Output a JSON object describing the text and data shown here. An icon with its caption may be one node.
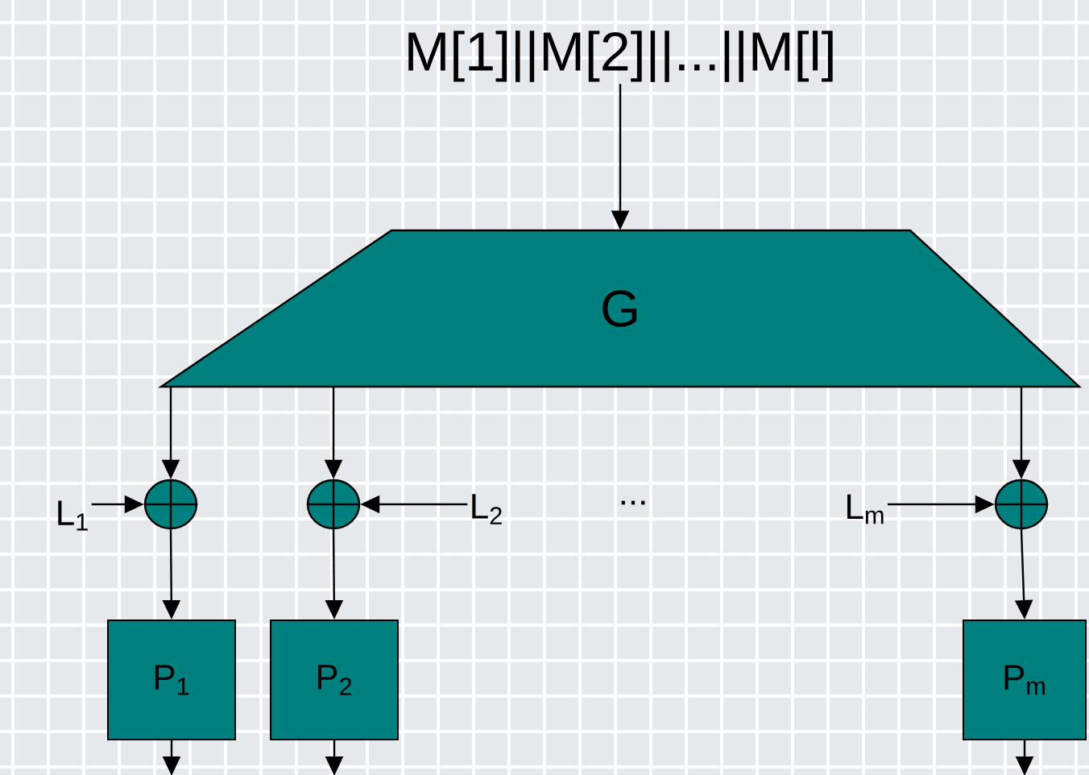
{
  "diagram": {
    "nodes": [
      {
        "text": [
          "M[1]||M[2]||...||M[l]"
        ]
      },
      {
        "text": [
          "G"
        ]
      },
      {
        "text": [],
        "shape": "circle"
      },
      {
        "text": [],
        "shape": "circle"
      },
      {
        "text": [],
        "shape": "circle"
      },
      {
        "text": [
          "L$_{1}$"
        ]
      },
      {
        "text": [
          "L$_{2}$"
        ]
      },
      {
        "text": [
          "L$_{m}$"
        ]
      },
      {
        "text": [
          "P$_{1}$"
        ]
      },
      {
        "text": [
          "P$_{2}$"
        ]
      },
      {
        "text": [
          "P$_{m}$"
        ]
      }
    ],
    "edges": [
      {
        "from": 0,
        "to": 1,
        "arrow": "to"
      },
      {
        "from": 1,
        "to": 2,
        "arrow": "to"
      },
      {
        "from": 1,
        "to": 3,
        "arrow": "to"
      },
      {
        "from": 1,
        "to": 4,
        "arrow": "to"
      },
      {
        "from": 5,
        "to": 2,
        "arrow": "to"
      },
      {
        "from": 6,
        "to": 3,
        "arrow": "to"
      },
      {
        "from": 7,
        "to": 4,
        "arrow": "to"
      },
      {
        "from": 2,
        "to": 8,
        "arrow": "to"
      },
      {
        "from": 3,
        "to": 9,
        "arrow": "to"
      },
      {
        "from": 4,
        "to": 10,
        "arrow": "to"
      },
      {
        "from": 8,
        "to": null,
        "arrow": "to"
      },
      {
        "from": 9,
        "to": null,
        "arrow": "to"
      },
      {
        "from": 10,
        "to": null,
        "arrow": "to"
      }
    ],
    "labels": [
      "..."
    ]
  }
}
